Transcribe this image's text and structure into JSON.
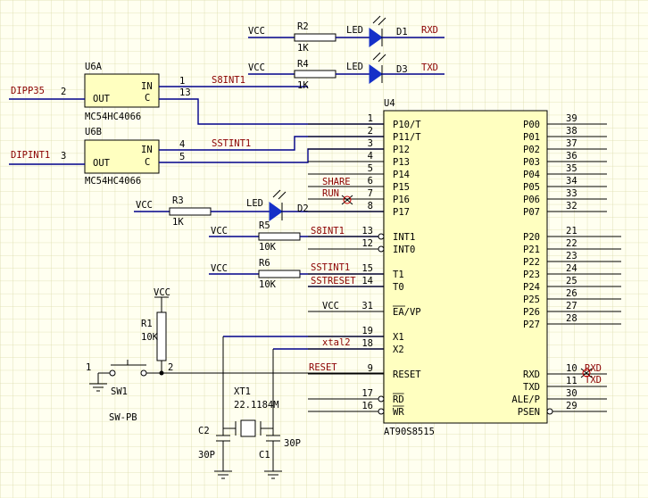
{
  "colors": {
    "background": "#fffff0",
    "grid": "#dcdcaa",
    "wire": "#00008b",
    "component": "#000000",
    "net_label": "#8b0000",
    "led": "#1530c8",
    "chip": "#ffffc0"
  },
  "u6a": {
    "ref": "U6A",
    "part": "MC54HC4066",
    "in_label": "IN",
    "out_label": "OUT",
    "c_label": "C",
    "out_pin": "2",
    "in_pin": "1",
    "c_pin": "13",
    "net": "DIPP35",
    "in_net": "S8INT1"
  },
  "u6b": {
    "ref": "U6B",
    "part": "MC54HC4066",
    "in_label": "IN",
    "out_label": "OUT",
    "c_label": "C",
    "out_pin": "3",
    "in_pin": "4",
    "c_pin": "5",
    "net": "DIPINT1",
    "in_net": "SSTINT1"
  },
  "r2": {
    "ref": "R2",
    "value": "1K",
    "vcc": "VCC"
  },
  "r4": {
    "ref": "R4",
    "value": "1K",
    "vcc": "VCC"
  },
  "r3": {
    "ref": "R3",
    "value": "1K",
    "vcc": "VCC"
  },
  "r5": {
    "ref": "R5",
    "value": "10K",
    "vcc": "VCC",
    "net": "S8INT1"
  },
  "r6": {
    "ref": "R6",
    "value": "10K",
    "vcc": "VCC",
    "net1": "SSTINT1",
    "net2": "SSTRESET"
  },
  "d1": {
    "ref": "D1",
    "type": "LED",
    "net": "RXD"
  },
  "d3": {
    "ref": "D3",
    "type": "LED",
    "net": "TXD"
  },
  "d2": {
    "ref": "D2",
    "type": "LED"
  },
  "r1": {
    "ref": "R1",
    "value": "10K",
    "vcc": "VCC"
  },
  "sw1": {
    "ref": "SW1",
    "part": "SW-PB",
    "pin1": "1",
    "pin2": "2"
  },
  "xt1": {
    "ref": "XT1",
    "value": "22.1184M"
  },
  "c1": {
    "ref": "C1",
    "value": "30P"
  },
  "c2": {
    "ref": "C2",
    "value": "30P"
  },
  "u4": {
    "ref": "U4",
    "part": "AT90S8515",
    "left_pins": [
      {
        "num": "1",
        "name": "P10/T"
      },
      {
        "num": "2",
        "name": "P11/T"
      },
      {
        "num": "3",
        "name": "P12"
      },
      {
        "num": "4",
        "name": "P13"
      },
      {
        "num": "5",
        "name": "P14"
      },
      {
        "num": "6",
        "name": "P15"
      },
      {
        "num": "7",
        "name": "P16"
      },
      {
        "num": "8",
        "name": "P17"
      },
      {
        "num": "13",
        "name": "INT1"
      },
      {
        "num": "12",
        "name": "INT0"
      },
      {
        "num": "15",
        "name": "T1"
      },
      {
        "num": "14",
        "name": "T0"
      },
      {
        "num": "31",
        "name": "EA/VP"
      },
      {
        "num": "19",
        "name": "X1"
      },
      {
        "num": "18",
        "name": "X2"
      },
      {
        "num": "9",
        "name": "RESET"
      },
      {
        "num": "17",
        "name": "RD"
      },
      {
        "num": "16",
        "name": "WR"
      }
    ],
    "right_pins": [
      {
        "num": "39",
        "name": "P00"
      },
      {
        "num": "38",
        "name": "P01"
      },
      {
        "num": "37",
        "name": "P02"
      },
      {
        "num": "36",
        "name": "P03"
      },
      {
        "num": "35",
        "name": "P04"
      },
      {
        "num": "34",
        "name": "P05"
      },
      {
        "num": "33",
        "name": "P06"
      },
      {
        "num": "32",
        "name": "P07"
      },
      {
        "num": "21",
        "name": "P20"
      },
      {
        "num": "22",
        "name": "P21"
      },
      {
        "num": "23",
        "name": "P22"
      },
      {
        "num": "24",
        "name": "P23"
      },
      {
        "num": "25",
        "name": "P24"
      },
      {
        "num": "26",
        "name": "P25"
      },
      {
        "num": "27",
        "name": "P26"
      },
      {
        "num": "28",
        "name": "P27"
      },
      {
        "num": "10",
        "name": "RXD"
      },
      {
        "num": "11",
        "name": "TXD"
      },
      {
        "num": "30",
        "name": "ALE/P"
      },
      {
        "num": "29",
        "name": "PSEN"
      }
    ],
    "net_share": "SHARE",
    "net_run": "RUN",
    "net_s8int1": "S8INT1",
    "net_sstint1": "SSTINT1",
    "net_sstreset": "SSTRESET",
    "net_vcc": "VCC",
    "net_xtal2": "xtal2",
    "net_reset": "RESET",
    "net_rxd": "RXD",
    "net_txd": "TXD"
  }
}
